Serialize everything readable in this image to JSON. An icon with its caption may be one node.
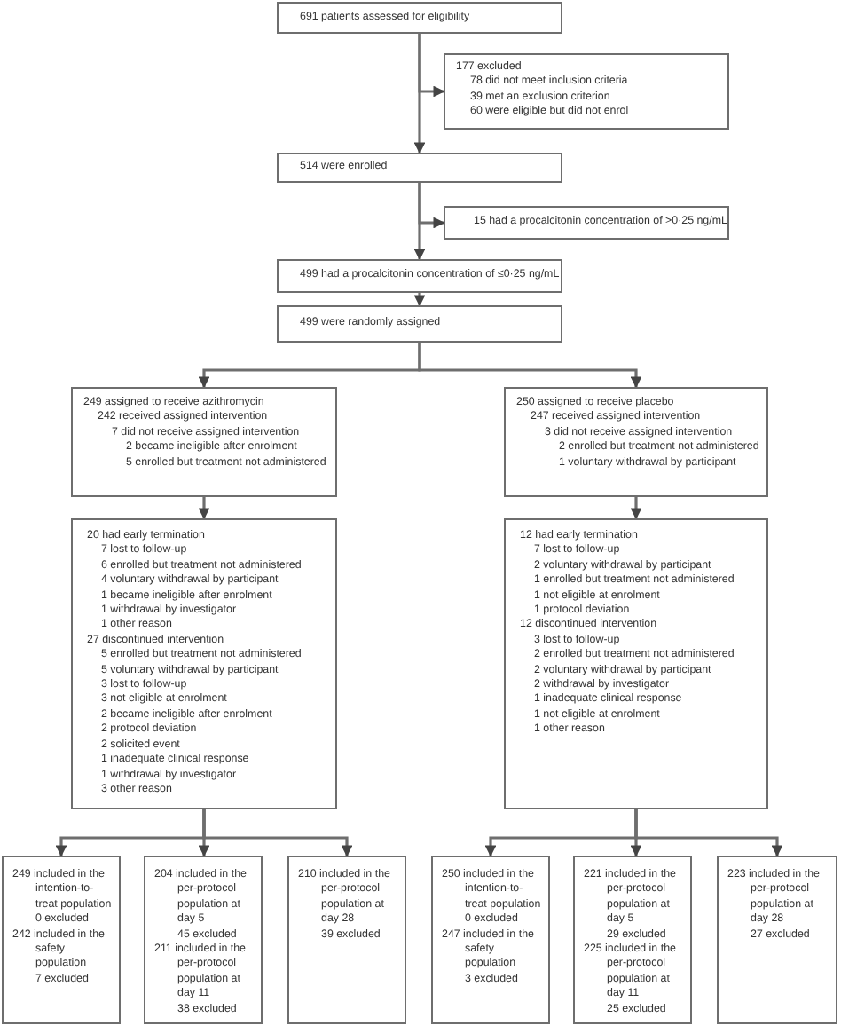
{
  "diagram": {
    "nodes": [
      {
        "text": [
          "691 patients assessed for eligibility"
        ]
      },
      {
        "text": [
          "177 excluded",
          "78 did not meet inclusion criteria",
          "39 met an exclusion criterion",
          "60 were eligible but did not enrol"
        ]
      },
      {
        "text": [
          "514 were enrolled"
        ]
      },
      {
        "text": [
          "15 had a procalcitonin concentration of >0·25 ng/mL"
        ]
      },
      {
        "text": [
          "499 had a procalcitonin concentration of ≤0·25 ng/mL"
        ]
      },
      {
        "text": [
          "499 were randomly assigned"
        ]
      },
      {
        "text": [
          "249 assigned to receive azithromycin",
          "242 received assigned intervention",
          "7 did not receive assigned intervention",
          "2 became ineligible after enrolment",
          "5 enrolled but treatment not administered"
        ]
      },
      {
        "text": [
          "250 assigned to receive placebo",
          "247 received assigned intervention",
          "3 did not receive assigned intervention",
          "2 enrolled but treatment not administered",
          "1 voluntary withdrawal by participant"
        ]
      },
      {
        "text": [
          "20 had early termination",
          "7 lost to follow-up",
          "6 enrolled but treatment not administered",
          "4 voluntary withdrawal by participant",
          "1 became ineligible after enrolment",
          "1 withdrawal by investigator",
          "1 other reason",
          "27 discontinued intervention",
          "5 enrolled but treatment not administered",
          "5 voluntary withdrawal by participant",
          "3 lost to follow-up",
          "3 not eligible at enrolment",
          "2 became ineligible after enrolment",
          "2 protocol deviation",
          "2 solicited event",
          "1 inadequate clinical response",
          "1 withdrawal by investigator",
          "3 other reason"
        ]
      },
      {
        "text": [
          "12 had early termination",
          "7 lost to follow-up",
          "2 voluntary withdrawal by participant",
          "1 enrolled but treatment not administered",
          "1 not eligible at enrolment",
          "1 protocol deviation",
          "12 discontinued intervention",
          "3 lost to follow-up",
          "2 enrolled but treatment not administered",
          "2 voluntary withdrawal by participant",
          "2 withdrawal by investigator",
          "1 inadequate clinical response",
          "1 not eligible at enrolment",
          "1 other reason"
        ]
      },
      {
        "text": [
          "249 included in the intention-to-treat population",
          "0 excluded",
          "242 included in the safety population",
          "7 excluded"
        ]
      },
      {
        "text": [
          "204 included in the per-protocol population at day 5",
          "45 excluded",
          "211 included in the per-protocol population at day 11",
          "38 excluded"
        ]
      },
      {
        "text": [
          "210 included in the per-protocol population at day 28",
          "39 excluded"
        ]
      },
      {
        "text": [
          "250 included in the intention-to-treat population",
          "0 excluded",
          "247 included in the safety population",
          "3 excluded"
        ]
      },
      {
        "text": [
          "221 included in the per-protocol population at day 5",
          "29 excluded",
          "225 included in the per-protocol population at day 11",
          "25 excluded"
        ]
      },
      {
        "text": [
          "223 included in the per-protocol population at day 28",
          "27 excluded"
        ]
      }
    ],
    "edges": [
      {
        "from": 0,
        "to": 1,
        "arrow": "to"
      },
      {
        "from": 0,
        "to": 2,
        "arrow": "to"
      },
      {
        "from": 2,
        "to": 3,
        "arrow": "to"
      },
      {
        "from": 2,
        "to": 4,
        "arrow": "to"
      },
      {
        "from": 4,
        "to": 5,
        "arrow": "to"
      },
      {
        "from": 5,
        "to": 6,
        "arrow": "to"
      },
      {
        "from": 5,
        "to": 7,
        "arrow": "to"
      },
      {
        "from": 6,
        "to": 8,
        "arrow": "to"
      },
      {
        "from": 7,
        "to": 9,
        "arrow": "to"
      },
      {
        "from": 8,
        "to": 10,
        "arrow": "to"
      },
      {
        "from": 8,
        "to": 11,
        "arrow": "to"
      },
      {
        "from": 8,
        "to": 12,
        "arrow": "to"
      },
      {
        "from": 9,
        "to": 13,
        "arrow": "to"
      },
      {
        "from": 9,
        "to": 14,
        "arrow": "to"
      },
      {
        "from": 9,
        "to": 15,
        "arrow": "to"
      }
    ]
  }
}
